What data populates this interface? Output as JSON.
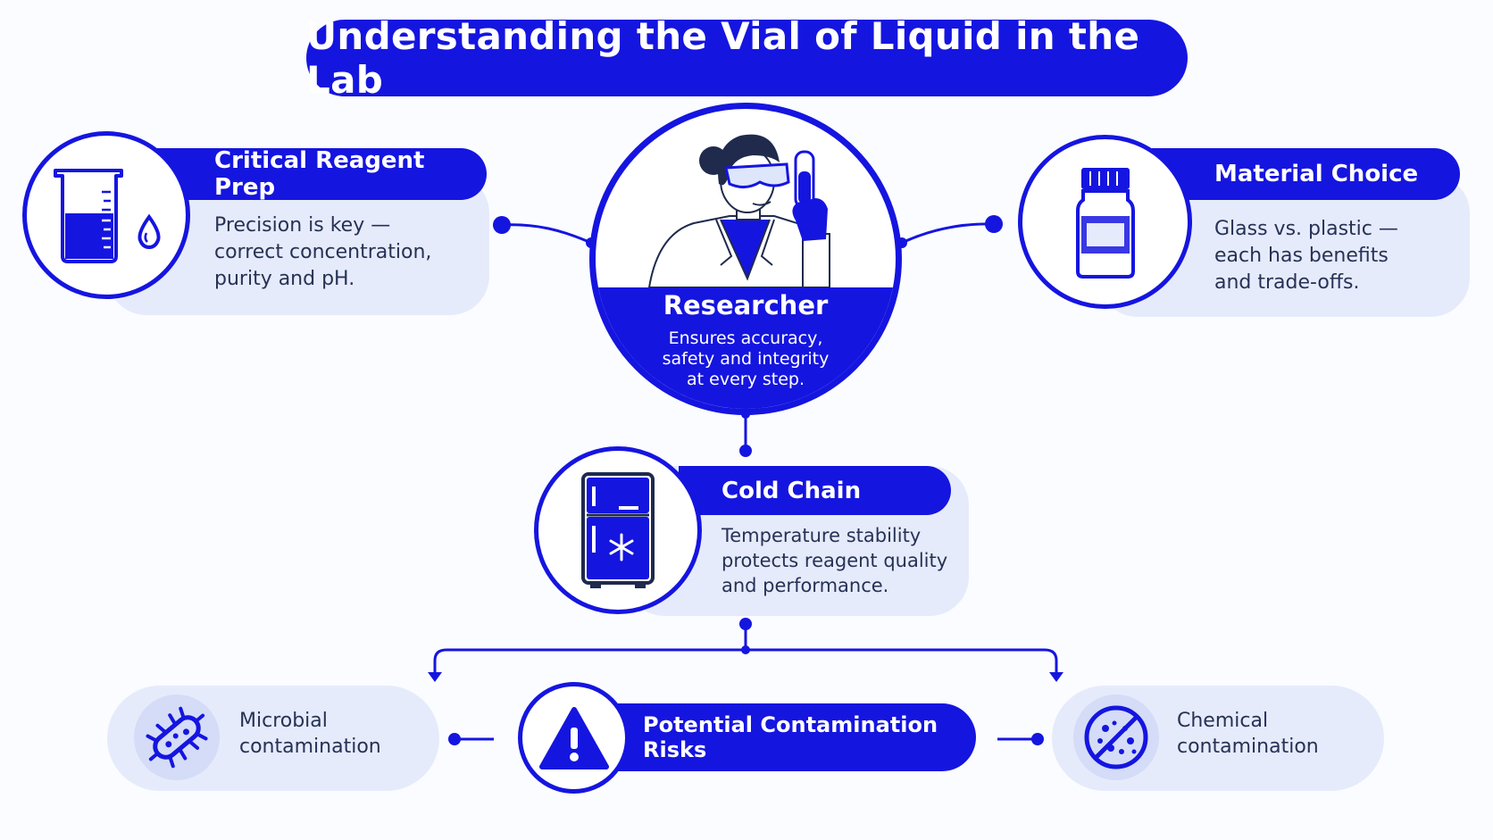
{
  "title": "Understanding the Vial of Liquid in the Lab",
  "researcher": {
    "name": "Researcher",
    "description": "Ensures accuracy, safety and integrity at every step.",
    "description_lines": [
      "Ensures accuracy,",
      "safety and integrity",
      "at every step."
    ]
  },
  "reagent_prep": {
    "title": "Critical Reagent Prep",
    "description": "Precision is key — correct concentration, purity and pH.",
    "description_lines": [
      "Precision is key —",
      "correct concentration,",
      "purity and pH."
    ],
    "icon": "beaker-icon"
  },
  "material_choice": {
    "title": "Material Choice",
    "description": "Glass vs. plastic — each has benefits and trade-offs.",
    "description_lines": [
      "Glass vs. plastic —",
      "each has benefits",
      "and trade-offs."
    ],
    "icon": "vial-icon"
  },
  "cold_chain": {
    "title": "Cold Chain",
    "description": "Temperature stability protects reagent quality and performance.",
    "description_lines": [
      "Temperature stability",
      "protects reagent quality",
      "and performance."
    ],
    "icon": "refrigerator-icon"
  },
  "contamination": {
    "title": "Potential Contamination Risks",
    "icon": "warning-icon",
    "microbial_lines": [
      "Microbial",
      "contamination"
    ],
    "chemical_lines": [
      "Chemical",
      "contamination"
    ]
  },
  "colors": {
    "accent": "#1515e0",
    "card": "#e6ebfb",
    "text": "#263255"
  }
}
